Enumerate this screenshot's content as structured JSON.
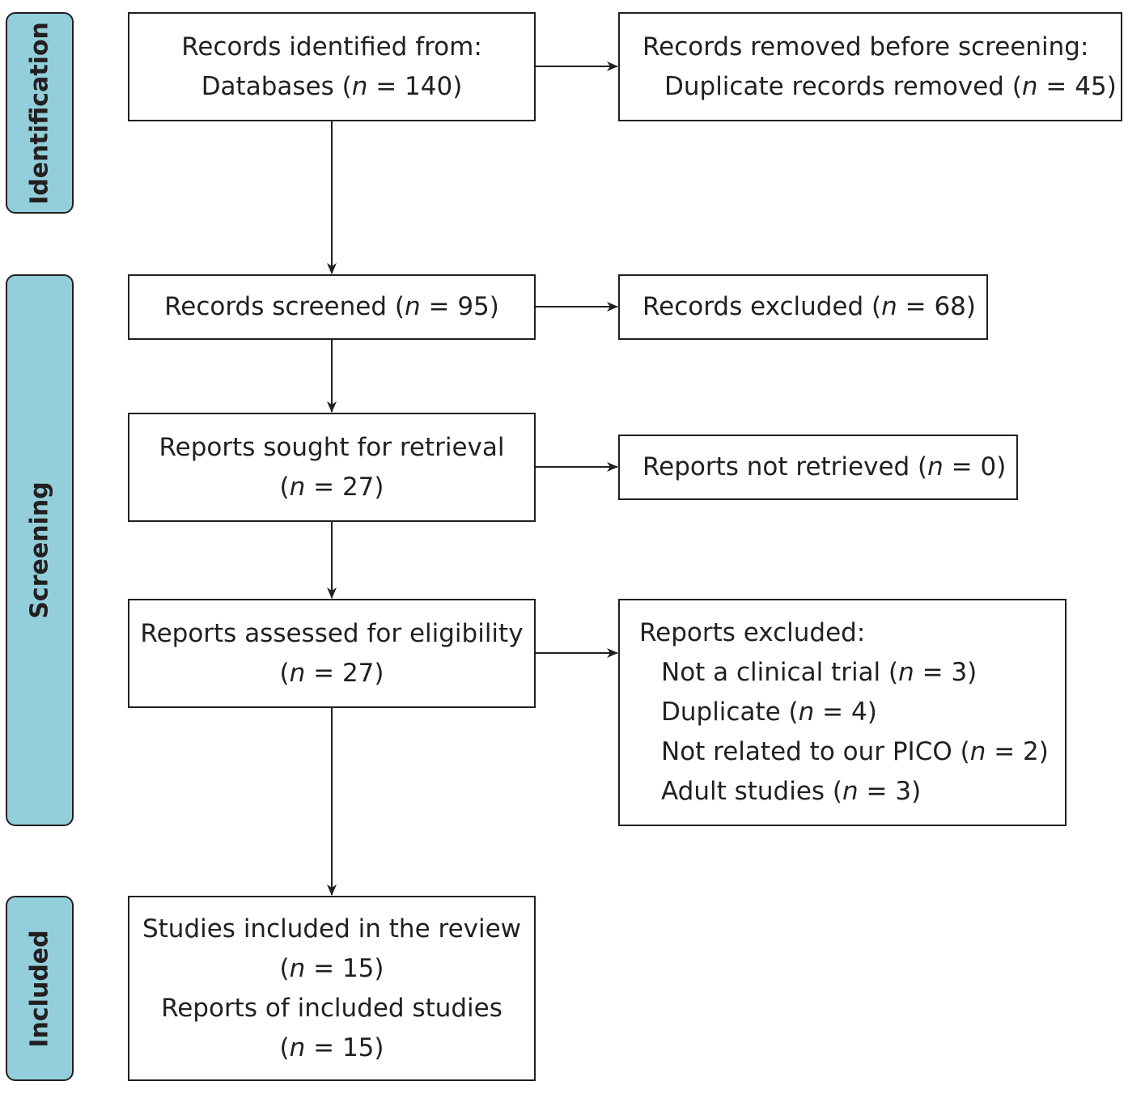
{
  "phases": {
    "identification": "Identification",
    "screening": "Screening",
    "included": "Included"
  },
  "boxes": {
    "identified": {
      "line1": "Records identified from:",
      "line2_prefix": "Databases (",
      "n_symbol": "n",
      "line2_suffix": " = 140)"
    },
    "removed": {
      "line1": "Records removed before screening:",
      "line2_prefix": "Duplicate records removed (",
      "n_symbol": "n",
      "line2_suffix": " = 45)"
    },
    "screened": {
      "prefix": "Records screened (",
      "n_symbol": "n",
      "suffix": " = 95)"
    },
    "excluded": {
      "prefix": "Records excluded (",
      "n_symbol": "n",
      "suffix": " = 68)"
    },
    "sought": {
      "line1": "Reports sought for retrieval",
      "line2_prefix": "(",
      "n_symbol": "n",
      "line2_suffix": " = 27)"
    },
    "not_retrieved": {
      "prefix": "Reports not retrieved (",
      "n_symbol": "n",
      "suffix": " = 0)"
    },
    "assessed": {
      "line1": "Reports assessed for eligibility",
      "line2_prefix": "(",
      "n_symbol": "n",
      "line2_suffix": " = 27)"
    },
    "reports_excluded": {
      "heading": "Reports excluded:",
      "reasons": [
        {
          "prefix": "Not a clinical trial (",
          "n_symbol": "n",
          "suffix": " = 3)"
        },
        {
          "prefix": "Duplicate (",
          "n_symbol": "n",
          "suffix": " = 4)"
        },
        {
          "prefix": "Not related to our PICO (",
          "n_symbol": "n",
          "suffix": " = 2)"
        },
        {
          "prefix": "Adult studies (",
          "n_symbol": "n",
          "suffix": " = 3)"
        }
      ]
    },
    "included": {
      "line1": "Studies included in the review",
      "line2_prefix": "(",
      "n_symbol": "n",
      "line2_suffix": " = 15)",
      "line3": "Reports of included studies",
      "line4_prefix": "(",
      "line4_n_symbol": "n",
      "line4_suffix": " = 15)"
    }
  },
  "colors": {
    "phase_fill": "#93cfdb",
    "stroke": "#231f20",
    "box_fill": "#ffffff"
  }
}
